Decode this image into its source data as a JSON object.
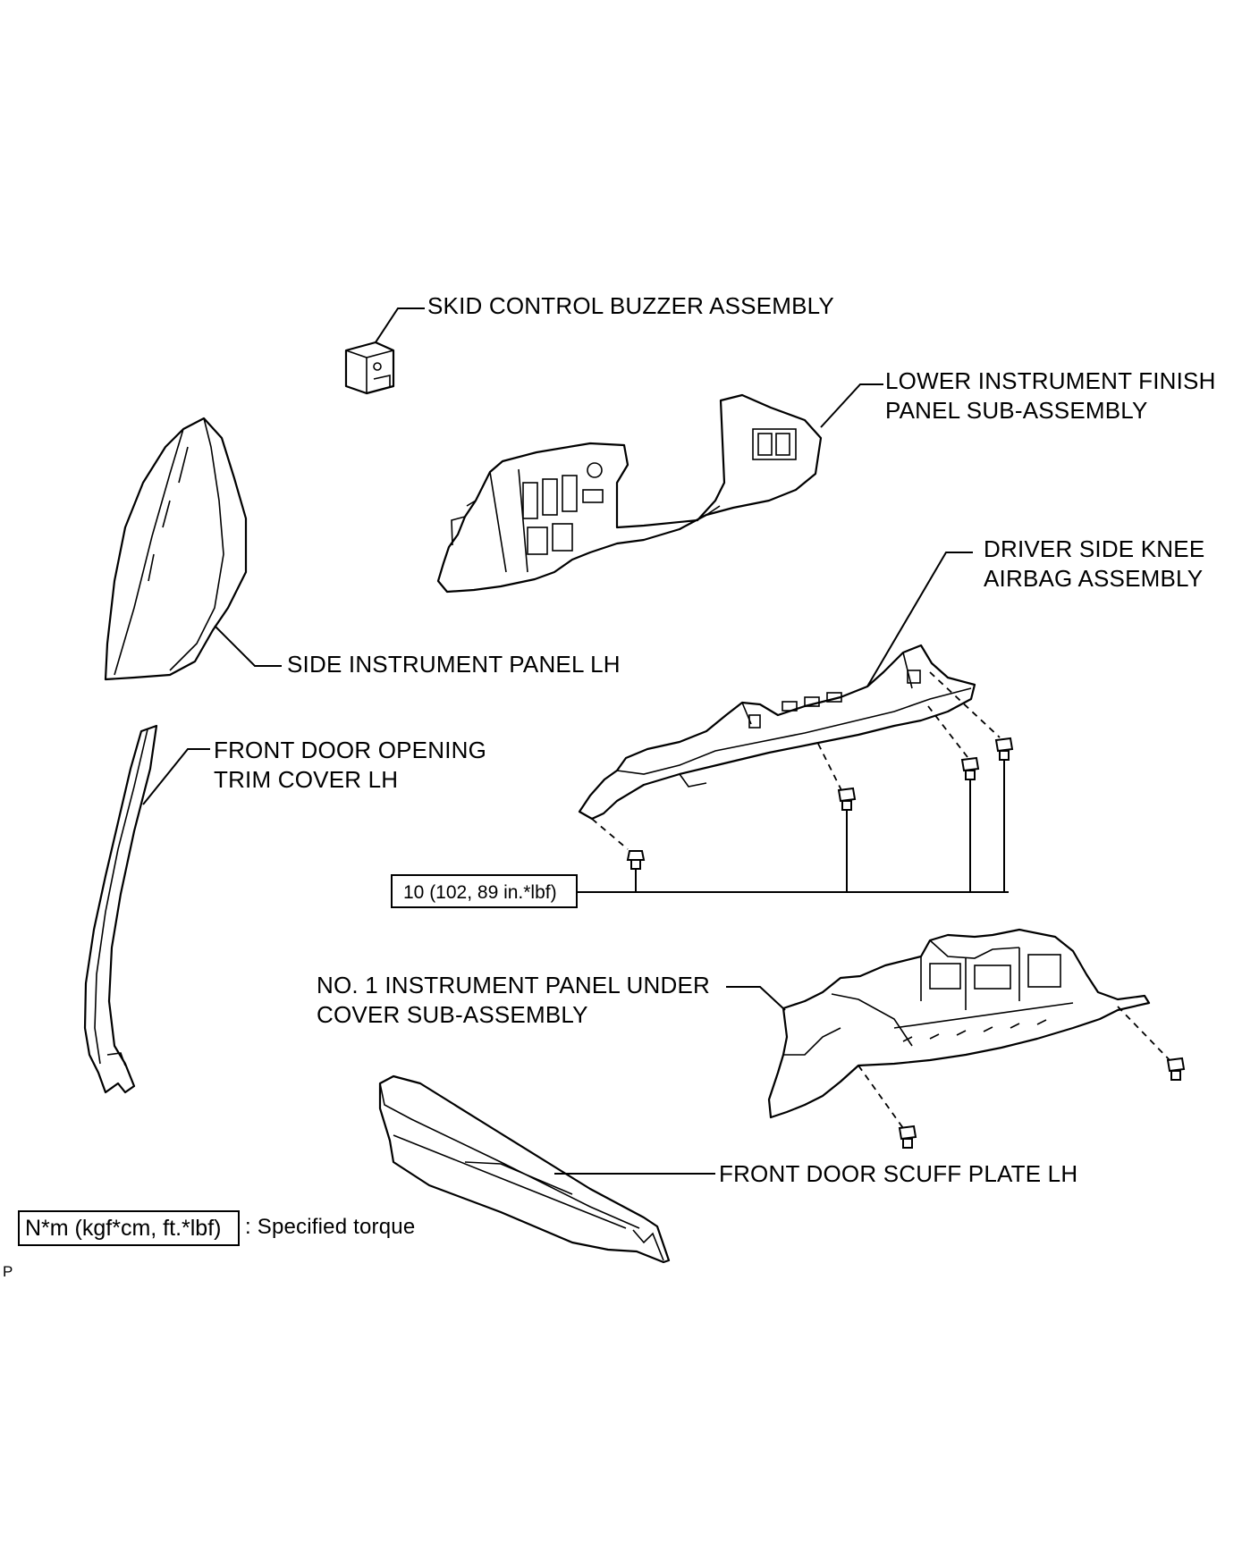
{
  "labels": {
    "skid_buzzer": "SKID CONTROL BUZZER ASSEMBLY",
    "lower_finish_1": "LOWER INSTRUMENT FINISH",
    "lower_finish_2": "PANEL SUB-ASSEMBLY",
    "knee_airbag_1": "DRIVER SIDE KNEE",
    "knee_airbag_2": "AIRBAG ASSEMBLY",
    "side_panel": "SIDE INSTRUMENT PANEL LH",
    "door_trim_1": "FRONT DOOR OPENING",
    "door_trim_2": "TRIM COVER LH",
    "under_cover_1": "NO. 1 INSTRUMENT PANEL UNDER",
    "under_cover_2": "COVER SUB-ASSEMBLY",
    "scuff_plate": "FRONT DOOR SCUFF PLATE LH"
  },
  "torque": {
    "value": "10 (102, 89 in.*lbf)",
    "legend_box": "N*m (kgf*cm, ft.*lbf)",
    "legend_text": ": Specified torque"
  },
  "footer_code": "P"
}
